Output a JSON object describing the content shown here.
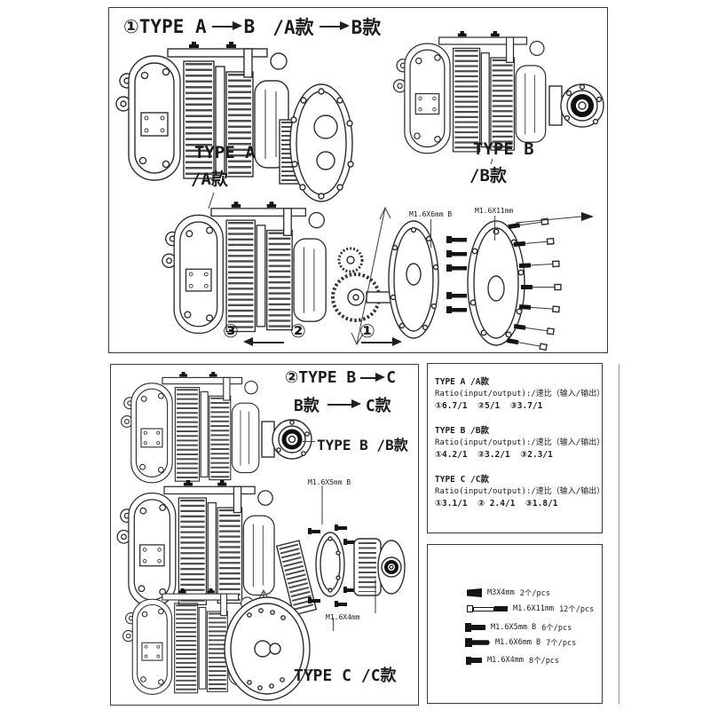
{
  "top_panel": {
    "step_label": "①TYPE A",
    "to_label": "B",
    "cn_from": "/A款",
    "cn_to": "B款",
    "type_a_label": "TYPE A",
    "type_a_cn": "/A款",
    "type_b_label": "TYPE B",
    "type_b_cn": "/B款",
    "screw_label_1": "M1.6X6mm B",
    "screw_label_2": "M1.6X11mm",
    "seq": {
      "n3": "③",
      "n2": "②",
      "n1": "①"
    }
  },
  "bottom_panel": {
    "step_label": "②TYPE B",
    "to_label": "C",
    "cn_from": "B款",
    "cn_to": "C款",
    "type_b_label": "TYPE B /B款",
    "screw_label_1": "M1.6X5mm B",
    "screw_label_2": "M1.6X4mm",
    "type_c_label": "TYPE C /C款"
  },
  "ratio_box": {
    "entries": [
      {
        "name": "TYPE A /A款",
        "ratio_label": "Ratio(input/output):/速比（输入/输出）",
        "values": "①6.7/1  ②5/1  ③3.7/1"
      },
      {
        "name": "TYPE B /B款",
        "ratio_label": "Ratio(input/output):/速比（输入/输出）",
        "values": "①4.2/1  ②3.2/1  ③2.3/1"
      },
      {
        "name": "TYPE C /C款",
        "ratio_label": "Ratio(input/output):/速比（输入/输出）",
        "values": "①3.1/1  ② 2.4/1  ③1.8/1"
      }
    ]
  },
  "legend_box": {
    "items": [
      {
        "icon": "screw-m3x4-icon",
        "label": "M3X4mm",
        "count": "2个/pcs"
      },
      {
        "icon": "screw-m16x11-icon",
        "label": "M1.6X11mm",
        "count": "12个/pcs"
      },
      {
        "icon": "screw-m16x5-icon",
        "label": "M1.6X5mm B",
        "count": "6个/pcs"
      },
      {
        "icon": "screw-m16x6-icon",
        "label": "M1.6X6mm B",
        "count": "7个/pcs"
      },
      {
        "icon": "screw-m16x4-icon",
        "label": "M1.6X4mm",
        "count": "8个/pcs"
      }
    ]
  }
}
